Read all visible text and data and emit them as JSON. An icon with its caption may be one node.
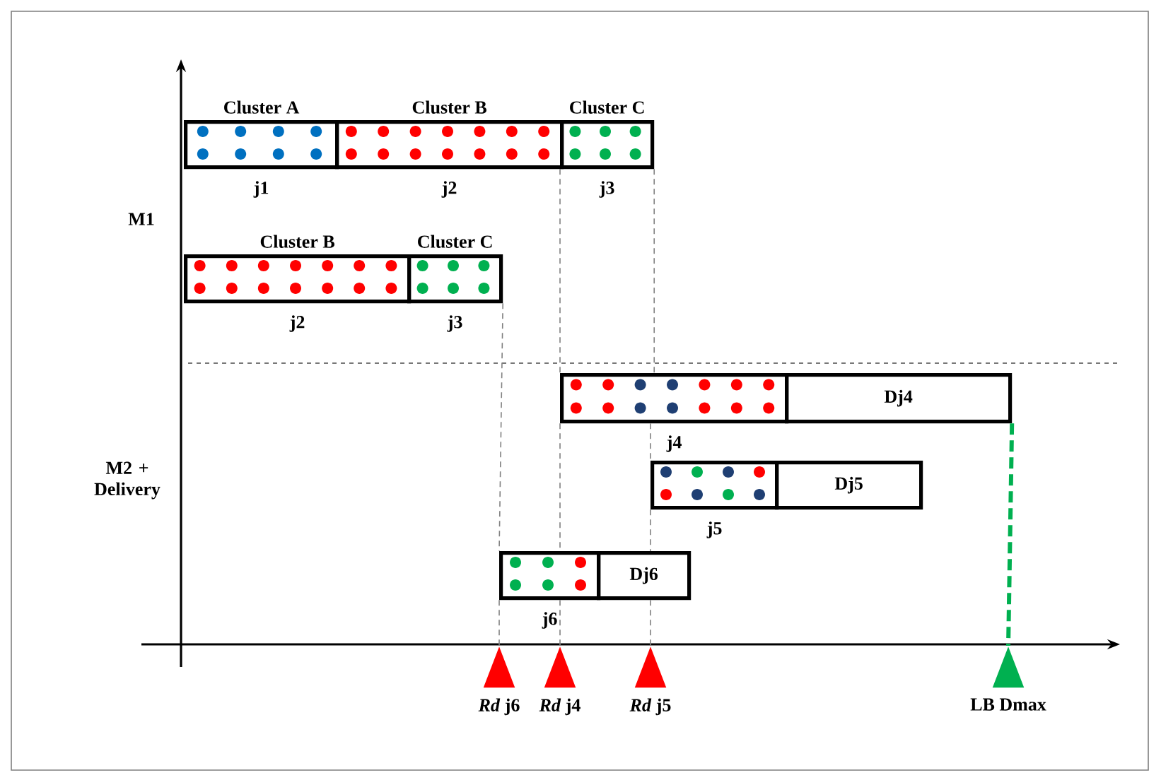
{
  "diagram": {
    "nodes": [
      {
        "text": [
          "Cluster A"
        ],
        "beside": [
          "j1"
        ]
      },
      {
        "text": [
          "Cluster B"
        ],
        "beside": [
          "j2"
        ]
      },
      {
        "text": [
          "Cluster C"
        ],
        "beside": [
          "j3"
        ]
      },
      {
        "text": [
          "Cluster B"
        ],
        "beside": [
          "j2"
        ]
      },
      {
        "text": [
          "Cluster C"
        ],
        "beside": [
          "j3"
        ]
      },
      {
        "text": [],
        "shape": "box",
        "beside": [
          "j4"
        ]
      },
      {
        "text": [
          "Dj4"
        ]
      },
      {
        "text": [],
        "shape": "box",
        "beside": [
          "j5"
        ]
      },
      {
        "text": [
          "Dj5"
        ]
      },
      {
        "text": [],
        "shape": "box",
        "beside": [
          "j6"
        ]
      },
      {
        "text": [
          "Dj6"
        ]
      },
      {
        "text": [
          "*Rd* j6"
        ]
      },
      {
        "text": [
          "*Rd* j4"
        ]
      },
      {
        "text": [
          "*Rd* j5"
        ]
      },
      {
        "text": [
          "LB Dmax"
        ]
      }
    ],
    "edges": [
      {
        "from": 4,
        "to": 9,
        "arrow": "none",
        "style": "dashed"
      },
      {
        "from": 9,
        "to": 11,
        "arrow": "none",
        "style": "dashed"
      },
      {
        "from": 2,
        "to": 5,
        "arrow": "none",
        "style": "dashed"
      },
      {
        "from": 5,
        "to": 9,
        "arrow": "none",
        "style": "dashed"
      },
      {
        "from": 9,
        "to": 12,
        "arrow": "none",
        "style": "dashed"
      },
      {
        "from": 2,
        "to": 5,
        "arrow": "none",
        "style": "dashed"
      },
      {
        "from": 5,
        "to": 7,
        "arrow": "none",
        "style": "dashed"
      },
      {
        "from": 7,
        "to": 10,
        "arrow": "none",
        "style": "dashed"
      },
      {
        "from": 10,
        "to": 13,
        "arrow": "none",
        "style": "dashed"
      },
      {
        "from": 6,
        "to": 14,
        "arrow": "none",
        "style": "dashed",
        "color": "#00b050"
      }
    ],
    "labels": [
      "M1",
      "M2 + Delivery"
    ]
  }
}
